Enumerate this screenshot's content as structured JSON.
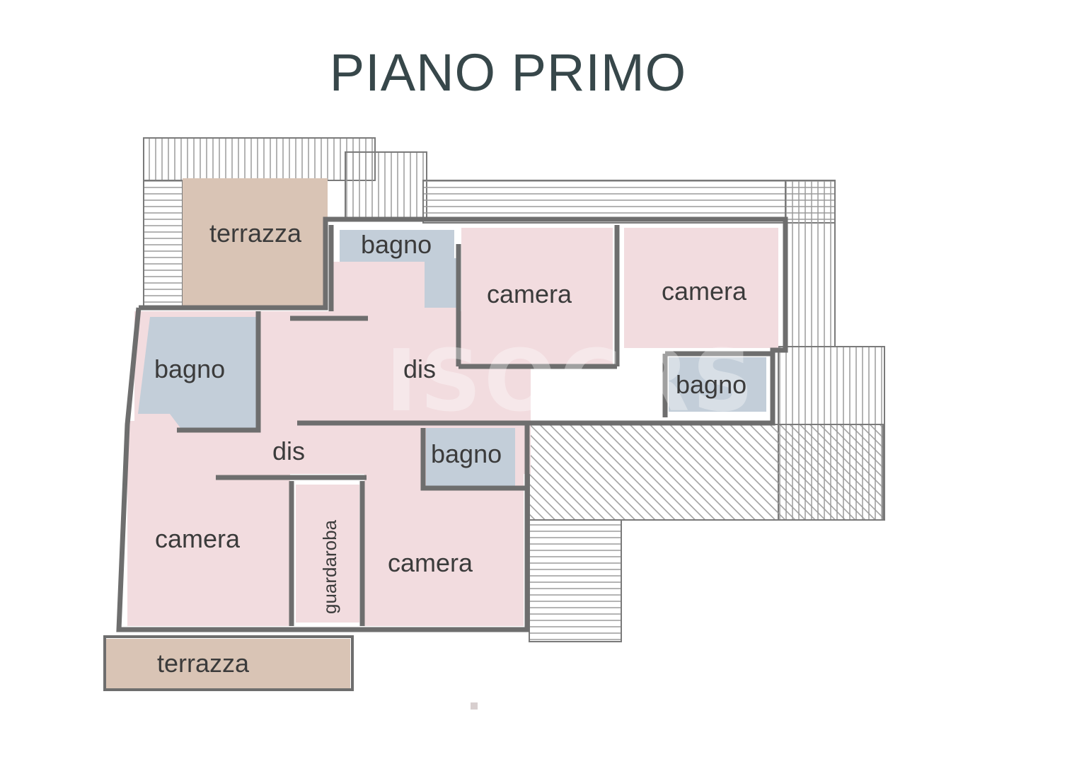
{
  "title": "PIANO PRIMO",
  "watermark": "ISOCRS",
  "colors": {
    "room": "#f2dcdf",
    "bath": "#c3ced9",
    "terrace": "#d9c4b5",
    "wall": "#6e6e6e",
    "hatch": "#9a9a9a",
    "title": "#37474a"
  },
  "rooms": {
    "terrazza_top": "terrazza",
    "bagno_top": "bagno",
    "camera_top_mid": "camera",
    "camera_top_right": "camera",
    "bagno_left": "bagno",
    "dis_upper": "dis",
    "bagno_right": "bagno",
    "dis_lower": "dis",
    "bagno_center": "bagno",
    "camera_left": "camera",
    "guardaroba": "guardaroba",
    "camera_center": "camera",
    "terrazza_bottom": "terrazza"
  }
}
